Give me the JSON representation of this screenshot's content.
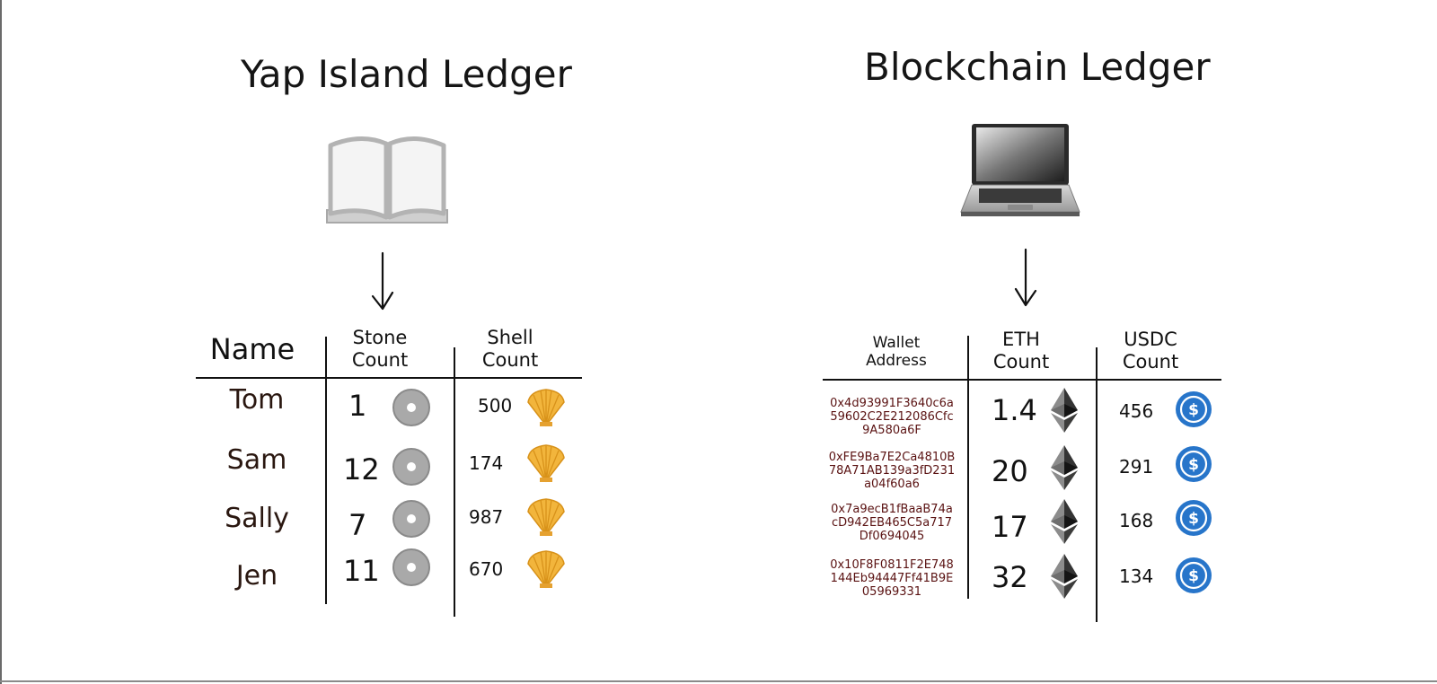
{
  "left": {
    "title": "Yap Island Ledger",
    "headers": {
      "name": "Name",
      "stone": [
        "Stone",
        "Count"
      ],
      "shell": [
        "Shell",
        "Count"
      ]
    },
    "rows": [
      {
        "name": "Tom",
        "stone": "1",
        "shell": "500"
      },
      {
        "name": "Sam",
        "stone": "12",
        "shell": "174"
      },
      {
        "name": "Sally",
        "stone": "7",
        "shell": "987"
      },
      {
        "name": "Jen",
        "stone": "11",
        "shell": "670"
      }
    ]
  },
  "right": {
    "title": "Blockchain Ledger",
    "headers": {
      "wallet": [
        "Wallet",
        "Address"
      ],
      "eth": [
        "ETH",
        "Count"
      ],
      "usdc": [
        "USDC",
        "Count"
      ]
    },
    "rows": [
      {
        "address": [
          "0x4d93991F3640c6a",
          "59602C2E212086Cfc",
          "9A580a6F"
        ],
        "eth": "1.4",
        "usdc": "456"
      },
      {
        "address": [
          "0xFE9Ba7E2Ca4810B",
          "78A71AB139a3fD231",
          "a04f60a6"
        ],
        "eth": "20",
        "usdc": "291"
      },
      {
        "address": [
          "0x7a9ecB1fBaaB74a",
          "cD942EB465C5a717",
          "Df0694045"
        ],
        "eth": "17",
        "usdc": "168"
      },
      {
        "address": [
          "0x10F8F0811F2E748",
          "144Eb94447Ff41B9E",
          "05969331"
        ],
        "eth": "32",
        "usdc": "134"
      }
    ]
  },
  "colors": {
    "ink": "#111111",
    "address": "#5a1212",
    "shell": "#f2b53c",
    "stone": "#a9a9a9",
    "usdc": "#2775ca"
  }
}
